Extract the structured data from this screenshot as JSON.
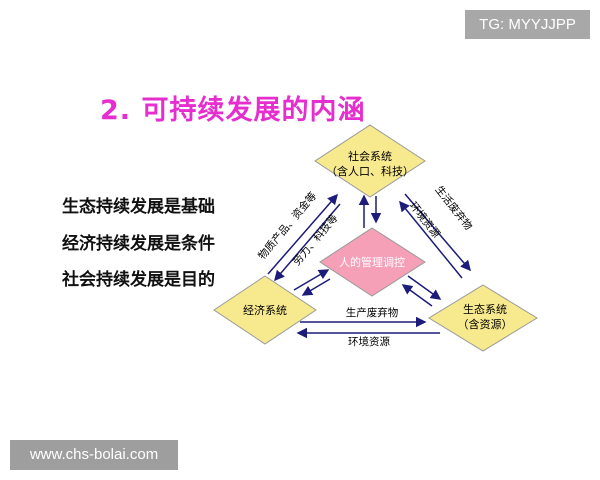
{
  "title": "2. 可持续发展的内涵",
  "points": [
    "生态持续发展是基础",
    "经济持续发展是条件",
    "社会持续发展是目的"
  ],
  "diagram": {
    "social": [
      "社会系统",
      "（含人口、科技）"
    ],
    "economic": "经济系统",
    "ecological": [
      "生态系统",
      "（含资源）"
    ],
    "center": "人的管理调控",
    "edge_econ_to_social": "物质产品、资金等",
    "edge_social_to_econ": "劳力、科技等",
    "edge_social_to_eco": "生活废弃物",
    "edge_eco_to_social": "环境资源",
    "edge_econ_to_eco": "生产废弃物",
    "edge_eco_to_econ": "环境资源",
    "colors": {
      "node": "#f7e98e",
      "center": "#f6a0b8",
      "arrow": "#1c1c7a",
      "title": "#e62ed0"
    }
  },
  "watermarks": {
    "top": "TG: MYYJJPP",
    "bottom": "www.chs-bolai.com"
  }
}
